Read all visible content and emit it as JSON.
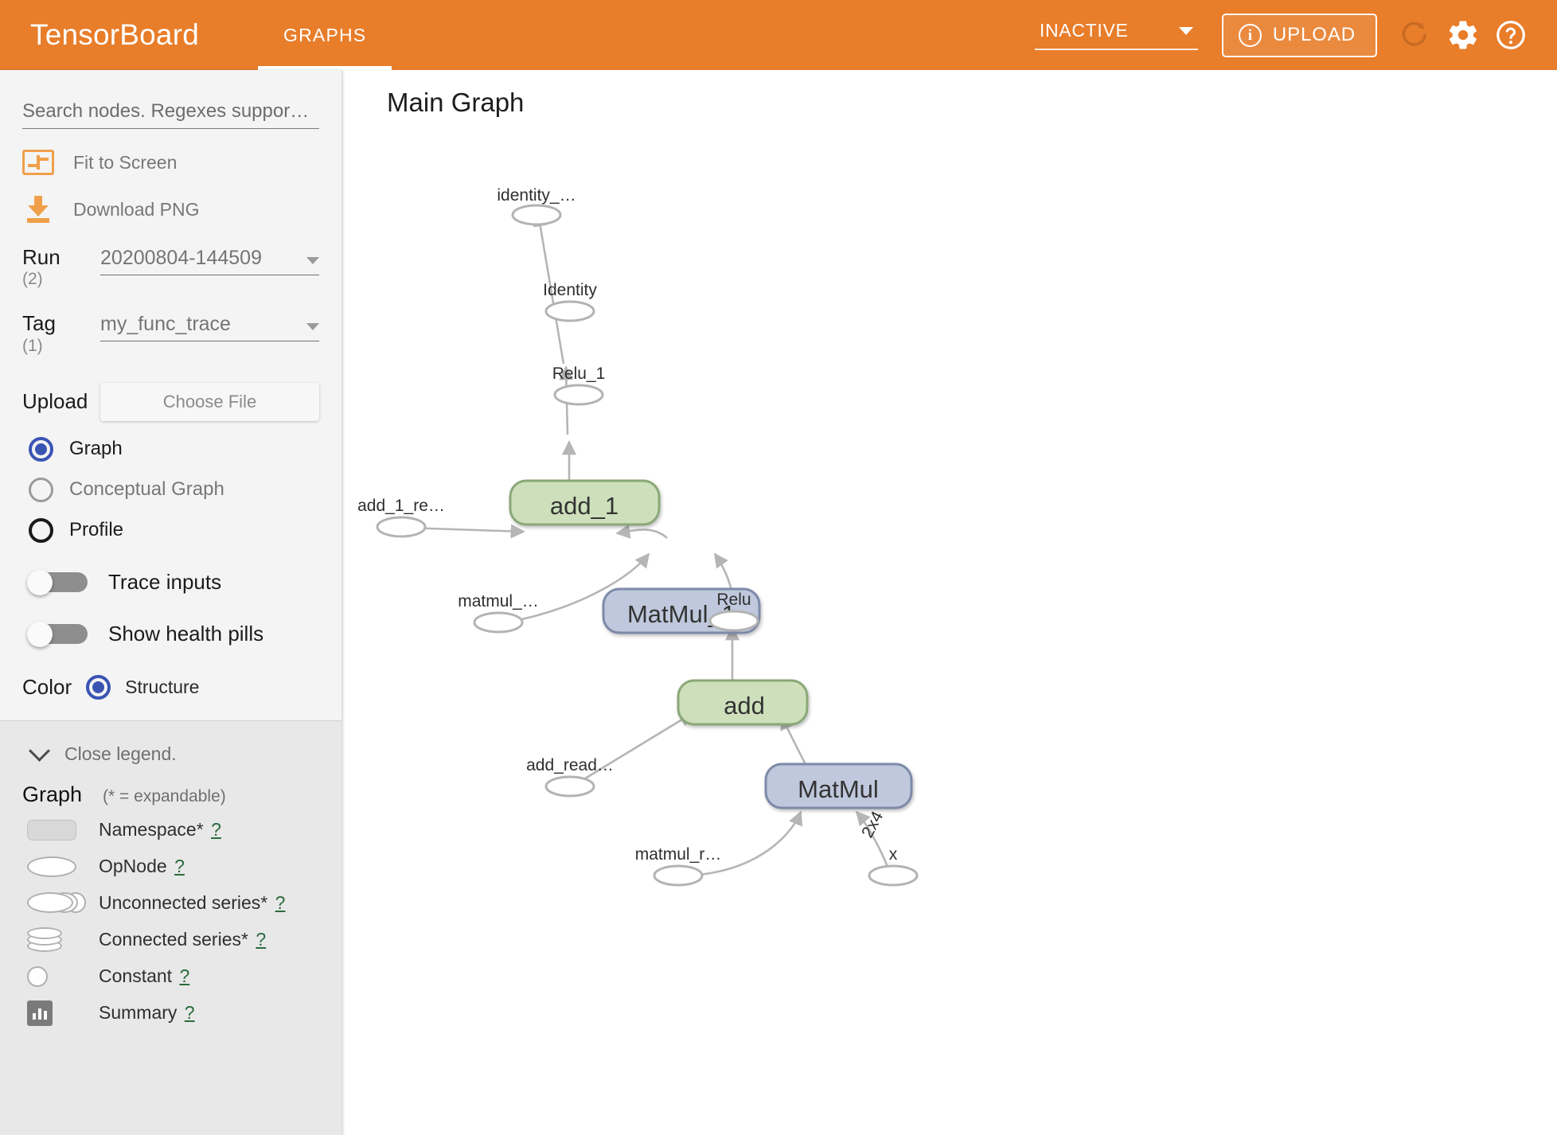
{
  "header": {
    "brand": "TensorBoard",
    "tabs": [
      {
        "label": "GRAPHS",
        "active": true
      }
    ],
    "run_selector": {
      "value": "INACTIVE"
    },
    "upload_button": {
      "label": "UPLOAD",
      "icon": "info-circle-icon"
    },
    "icons": [
      "reload-icon",
      "gear-icon",
      "help-icon"
    ],
    "accent_color": "#e87d2a"
  },
  "sidebar": {
    "search": {
      "placeholder": "Search nodes. Regexes suppor…",
      "value": ""
    },
    "actions": [
      {
        "label": "Fit to Screen",
        "icon": "fit-to-screen-icon"
      },
      {
        "label": "Download PNG",
        "icon": "download-icon"
      }
    ],
    "run": {
      "label": "Run",
      "count": "(2)",
      "value": "20200804-144509"
    },
    "tag": {
      "label": "Tag",
      "count": "(1)",
      "value": "my_func_trace"
    },
    "upload": {
      "label": "Upload",
      "button": "Choose File"
    },
    "upload_options": [
      {
        "label": "Graph",
        "state": "checked"
      },
      {
        "label": "Conceptual Graph",
        "state": "disabled"
      },
      {
        "label": "Profile",
        "state": "unchecked"
      }
    ],
    "toggles": [
      {
        "label": "Trace inputs",
        "on": false
      },
      {
        "label": "Show health pills",
        "on": false
      }
    ],
    "color": {
      "label": "Color",
      "value": "Structure",
      "checked": true
    }
  },
  "legend": {
    "close_label": "Close legend.",
    "title": "Graph",
    "expandable_note": "(* = expandable)",
    "items": [
      {
        "label": "Namespace*",
        "help": "?",
        "swatch": "namespace-swatch"
      },
      {
        "label": "OpNode",
        "help": "?",
        "swatch": "opnode-swatch"
      },
      {
        "label": "Unconnected series*",
        "help": "?",
        "swatch": "unconnected-series-swatch"
      },
      {
        "label": "Connected series*",
        "help": "?",
        "swatch": "connected-series-swatch"
      },
      {
        "label": "Constant",
        "help": "?",
        "swatch": "constant-swatch"
      },
      {
        "label": "Summary",
        "help": "?",
        "swatch": "summary-swatch"
      }
    ]
  },
  "graph": {
    "title": "Main Graph",
    "colors": {
      "op_fill": "#cde0bb",
      "op_stroke": "#8aa878",
      "matmul_fill": "#bfc8dc",
      "matmul_stroke": "#7d8aa8",
      "edge": "#b5b5b5",
      "ellipse_stroke": "#b3b3b3"
    },
    "nodes": [
      {
        "id": "identity_out",
        "label": "identity_…",
        "type": "opnode"
      },
      {
        "id": "Identity",
        "label": "Identity",
        "type": "opnode"
      },
      {
        "id": "Relu_1",
        "label": "Relu_1",
        "type": "opnode"
      },
      {
        "id": "add_1",
        "label": "add_1",
        "type": "op-green"
      },
      {
        "id": "add_1_read",
        "label": "add_1_re…",
        "type": "opnode"
      },
      {
        "id": "MatMul_1",
        "label": "MatMul_1",
        "type": "op-blue"
      },
      {
        "id": "matmul_1_read",
        "label": "matmul_…",
        "type": "opnode"
      },
      {
        "id": "Relu",
        "label": "Relu",
        "type": "opnode"
      },
      {
        "id": "add",
        "label": "add",
        "type": "op-green"
      },
      {
        "id": "add_read",
        "label": "add_read…",
        "type": "opnode"
      },
      {
        "id": "MatMul",
        "label": "MatMul",
        "type": "op-blue"
      },
      {
        "id": "matmul_read",
        "label": "matmul_r…",
        "type": "opnode"
      },
      {
        "id": "x",
        "label": "x",
        "type": "opnode"
      }
    ],
    "edges": [
      {
        "from": "Identity",
        "to": "identity_out"
      },
      {
        "from": "Relu_1",
        "to": "Identity"
      },
      {
        "from": "add_1",
        "to": "Relu_1"
      },
      {
        "from": "add_1_read",
        "to": "add_1"
      },
      {
        "from": "MatMul_1",
        "to": "add_1"
      },
      {
        "from": "matmul_1_read",
        "to": "MatMul_1"
      },
      {
        "from": "Relu",
        "to": "MatMul_1"
      },
      {
        "from": "add",
        "to": "Relu"
      },
      {
        "from": "add_read",
        "to": "add"
      },
      {
        "from": "MatMul",
        "to": "add"
      },
      {
        "from": "matmul_read",
        "to": "MatMul"
      },
      {
        "from": "x",
        "to": "MatMul",
        "label": "2x4"
      }
    ]
  }
}
